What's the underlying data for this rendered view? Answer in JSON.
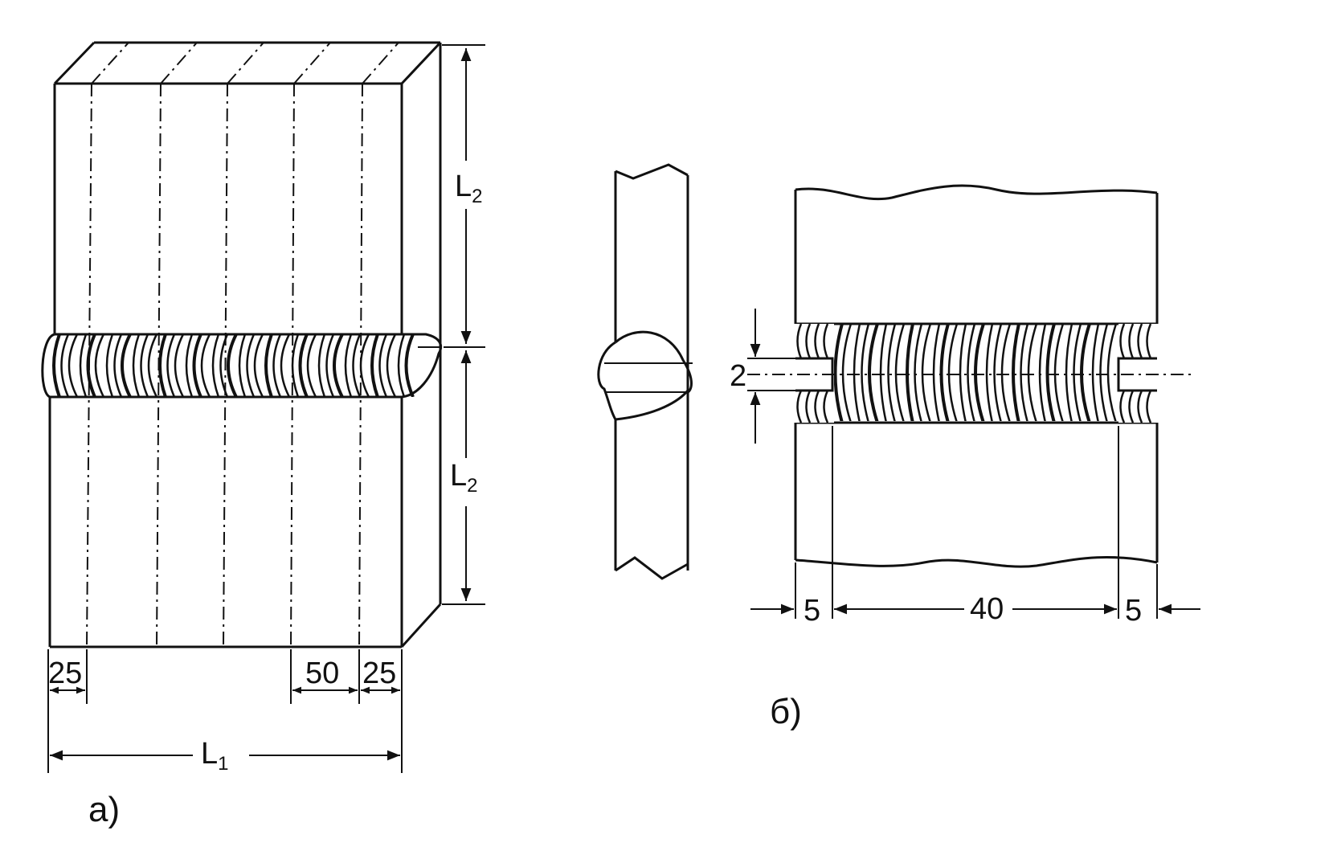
{
  "panel_a": {
    "caption": "а)",
    "dim_length": "L",
    "dim_length_sub": "1",
    "dim_half_upper": "L",
    "dim_half_upper_sub": "2",
    "dim_half_lower": "L",
    "dim_half_lower_sub": "2",
    "dim_edge_left": "25",
    "dim_spacing": "50",
    "dim_edge_right": "25"
  },
  "panel_b": {
    "caption": "б)",
    "dim_notch": "2",
    "dim_margin_left": "5",
    "dim_center": "40",
    "dim_margin_right": "5"
  }
}
